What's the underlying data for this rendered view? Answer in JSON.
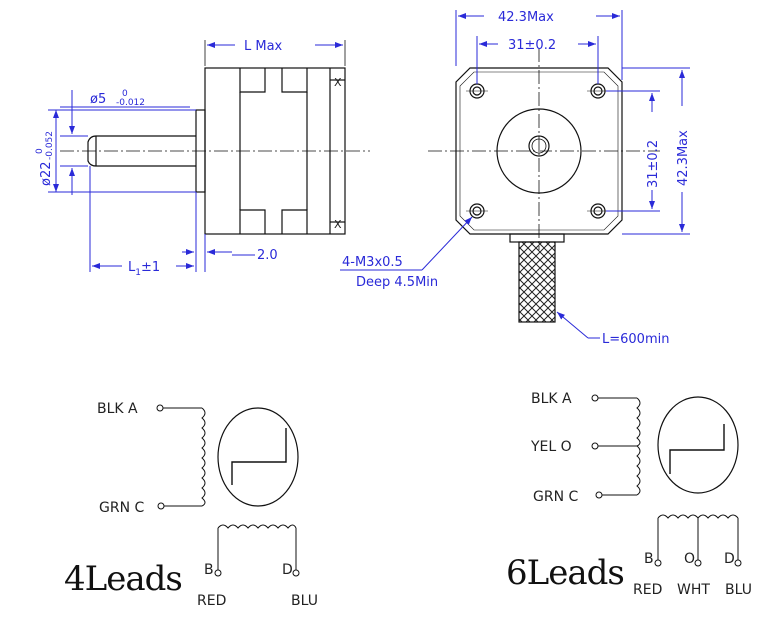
{
  "side_view": {
    "l_max": "L Max",
    "shaft_dia": "ø5",
    "shaft_tol_upper": "0",
    "shaft_tol_lower": "-0.012",
    "boss_dia": "ø22",
    "boss_tol_upper": "0",
    "boss_tol_lower": "-0.052",
    "l1": "L",
    "l1_sub": "1",
    "l1_tol": "±1",
    "flange": "2.0"
  },
  "front_view": {
    "width_max": "42.3Max",
    "hole_spacing_h": "31±0.2",
    "hole_spacing_v": "31±0.2",
    "height_max": "42.3Max",
    "thread": "4-M3x0.5",
    "depth": "Deep 4.5Min",
    "cable": "L=600min"
  },
  "four_leads": {
    "title": "4Leads",
    "left_a": "BLK A",
    "left_c": "GRN C",
    "bottom_b": "B",
    "bottom_d": "D",
    "bottom_b_color": "RED",
    "bottom_d_color": "BLU"
  },
  "six_leads": {
    "title": "6Leads",
    "left_a": "BLK A",
    "left_o": "YEL O",
    "left_c": "GRN C",
    "bottom_b": "B",
    "bottom_o": "O",
    "bottom_d": "D",
    "bottom_b_color": "RED",
    "bottom_o_color": "WHT",
    "bottom_d_color": "BLU"
  }
}
